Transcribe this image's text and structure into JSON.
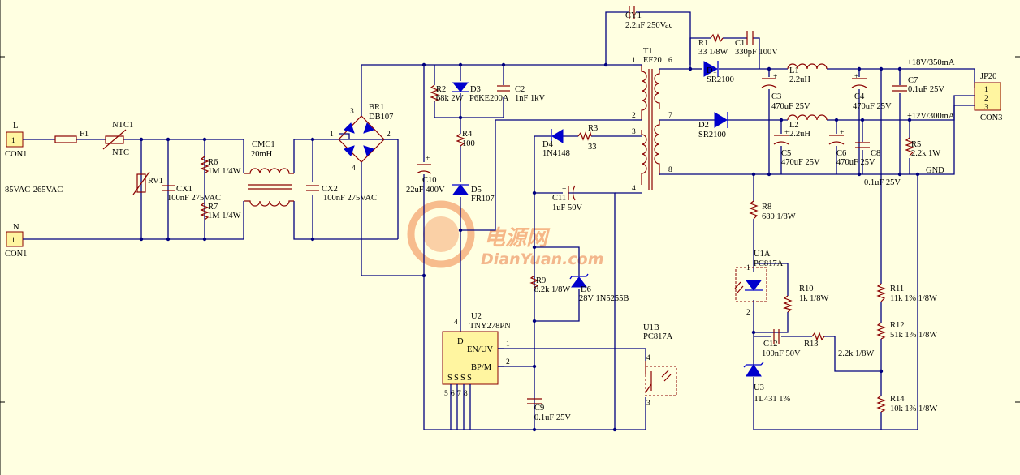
{
  "title": "Flyback power supply schematic (TNY278PN)",
  "colors": {
    "background": "#ffffe1",
    "wire": "#00007f",
    "component": "#8b0000",
    "diode": "#0000cc",
    "watermark": "#f3a06a"
  },
  "input": {
    "L": {
      "name": "L",
      "pin": "1",
      "ref": "CON1"
    },
    "N": {
      "name": "N",
      "pin": "1",
      "ref": "CON1"
    },
    "range": "85VAC-265VAC"
  },
  "components": {
    "F1": {
      "ref": "F1"
    },
    "NTC1": {
      "ref": "NTC1",
      "value": "NTC"
    },
    "RV1": {
      "ref": "RV1"
    },
    "CX1": {
      "ref": "CX1",
      "value": "100nF 275VAC"
    },
    "R6": {
      "ref": "R6",
      "value": "1M 1/4W"
    },
    "R7": {
      "ref": "R7",
      "value": "1M 1/4W"
    },
    "CMC1": {
      "ref": "CMC1",
      "value": "20mH"
    },
    "CX2": {
      "ref": "CX2",
      "value": "100nF 275VAC"
    },
    "BR1": {
      "ref": "BR1",
      "value": "DB107",
      "pins": [
        "1",
        "2",
        "3",
        "4"
      ]
    },
    "C10": {
      "ref": "C10",
      "value": "22uF 400V"
    },
    "R2": {
      "ref": "R2",
      "value": "68k 2W"
    },
    "D3": {
      "ref": "D3",
      "value": "P6KE200A"
    },
    "C2": {
      "ref": "C2",
      "value": "1nF 1kV"
    },
    "R4": {
      "ref": "R4",
      "value": "100"
    },
    "D5": {
      "ref": "D5",
      "value": "FR107"
    },
    "CY1": {
      "ref": "CY1",
      "value": "2.2nF 250Vac"
    },
    "T1": {
      "ref": "T1",
      "value": "EF20",
      "pins": [
        "1",
        "2",
        "3",
        "4",
        "6",
        "7",
        "8"
      ]
    },
    "D4": {
      "ref": "D4",
      "value": "1N4148"
    },
    "R3": {
      "ref": "R3",
      "value": "33"
    },
    "C11": {
      "ref": "C11",
      "value": "1uF 50V"
    },
    "R9": {
      "ref": "R9",
      "value": "8.2k 1/8W"
    },
    "D6": {
      "ref": "D6",
      "value": "28V 1N5255B"
    },
    "U2": {
      "ref": "U2",
      "value": "TNY278PN",
      "pin_d": "D",
      "pin_en": "EN/UV",
      "pin_bp": "BP/M",
      "pin_s": "S",
      "pins": [
        "1",
        "2",
        "4",
        "5",
        "6",
        "7",
        "8"
      ]
    },
    "C9": {
      "ref": "C9",
      "value": "0.1uF 25V"
    },
    "U1B": {
      "ref": "U1B",
      "value": "PC817A",
      "pins": [
        "4",
        "3"
      ]
    },
    "R1": {
      "ref": "R1",
      "value": "33 1/8W"
    },
    "C1": {
      "ref": "C1",
      "value": "330pF 100V"
    },
    "D1": {
      "ref": "D1",
      "value": "SR2100"
    },
    "D2": {
      "ref": "D2",
      "value": "SR2100"
    },
    "L1": {
      "ref": "L1",
      "value": "2.2uH"
    },
    "L2": {
      "ref": "L2",
      "value": "2.2uH"
    },
    "C3": {
      "ref": "C3",
      "value": "470uF 25V"
    },
    "C4": {
      "ref": "C4",
      "value": "470uF 25V"
    },
    "C5": {
      "ref": "C5",
      "value": "470uF 25V"
    },
    "C6": {
      "ref": "C6",
      "value": "470uF 25V"
    },
    "C7": {
      "ref": "C7",
      "value": "0.1uF 25V"
    },
    "C8": {
      "ref": "C8",
      "value": "0.1uF 25V"
    },
    "R5": {
      "ref": "R5",
      "value": "2.2k 1W"
    },
    "R8": {
      "ref": "R8",
      "value": "680 1/8W"
    },
    "U1A": {
      "ref": "U1A",
      "value": "PC817A",
      "pins": [
        "1",
        "2"
      ]
    },
    "R10": {
      "ref": "R10",
      "value": "1k 1/8W"
    },
    "C12": {
      "ref": "C12",
      "value": "100nF 50V"
    },
    "R13": {
      "ref": "R13",
      "value": "2.2k 1/8W"
    },
    "U3": {
      "ref": "U3",
      "value": "TL431 1%"
    },
    "R11": {
      "ref": "R11",
      "value": "11k 1% 1/8W"
    },
    "R12": {
      "ref": "R12",
      "value": "51k 1% 1/8W"
    },
    "R14": {
      "ref": "R14",
      "value": "10k 1% 1/8W"
    }
  },
  "output": {
    "ref": "JP20",
    "part": "CON3",
    "pins": [
      "1",
      "2",
      "3"
    ],
    "rail1": "+18V/350mA",
    "rail2": "+12V/300mA",
    "gnd": "GND"
  },
  "watermark": {
    "cn": "电源网",
    "en": "DianYuan.com"
  }
}
